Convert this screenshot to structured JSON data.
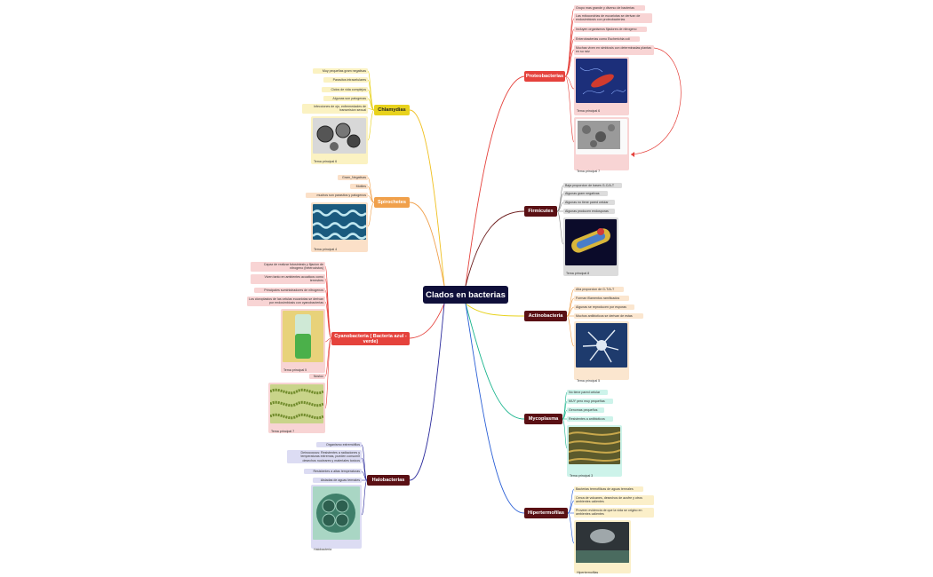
{
  "center_title": "Clados en bacterias",
  "colors": {
    "proteobacterias": "#e5423c",
    "chlamydias": "#e8d21d",
    "spirochetes": "#f0a04b",
    "firmicutes": "#5a1014",
    "actinobacteria": "#5a1014",
    "cyanobacteria": "#e5423c",
    "mycoplasma": "#5a1014",
    "hipertermofilas": "#5a1014",
    "halobacterias": "#5a1014"
  },
  "branches": {
    "proteobacterias": {
      "label": "Proteobacterias",
      "items": [
        "Grupo mas grande y diverso de bacterias",
        "Las mitocondrias de eucariotas se derivan de endosimbiosis con proteobacterias",
        "Incluyen organismos fijadores de nitrogeno",
        "Enterobacterias como Escherichia coli",
        "Muchas viven en simbiosis con determinadas plantas en su raíz"
      ],
      "images": [
        "Tema principal 6",
        "Tema principal 7"
      ]
    },
    "chlamydias": {
      "label": "Chlamydias",
      "items": [
        "Muy pequeñas gram  negativas",
        "Parasitos intracelulares",
        "Ciclos de vida complejos",
        "Algunas son patogenas",
        "Infecciones de ojo, enfermedades de transmision sexual"
      ],
      "images": [
        "Tema principal 6"
      ]
    },
    "spirochetes": {
      "label": "Spirochetes",
      "items": [
        "Gram_Negativas",
        "Motiles",
        "muchos son parasitos y patogenos"
      ],
      "images": [
        "Tema principal 4"
      ]
    },
    "cyanobacteria": {
      "label": "Cyanobacteria ( Bacteria azul - verde)",
      "items": [
        "Capaz de realizar fotosintesis y fijacion de nitrogeno (heterocistos)",
        "Viven tanto en ambientes acuaticos como terrestres",
        "Principales suministradores de nitrogenos",
        "Los cloroplastos de las celulas eucariotas se derivan por endosimbiosis con cyanobacterias"
      ],
      "images": [
        "Tema principal 5",
        "Tema principal 7"
      ],
      "extra_label": "Nostoc"
    },
    "halobacterias": {
      "label": "Halobacterias",
      "items": [
        "Organismo extremófilos",
        "Deinococcus: Resistentes a radiaciones y temperaturas extremas, pueden consumir desechos nucleares y materiales toxicos",
        "Resistentes a altas temperaturas",
        "Aisladas de aguas termales"
      ],
      "images": [
        "Halobacteria"
      ]
    },
    "firmicutes": {
      "label": "Firmicutes",
      "items": [
        "Baja proporcion de bases G-C/A-T",
        "Algunas gram negativas",
        "Algunas no tiene pared celular",
        "Algunas producen endosporas"
      ],
      "images": [
        "Tema principal 8"
      ]
    },
    "actinobacteria": {
      "label": "Actinobacteria",
      "items": [
        "Alta proporcion de G-T/A-T",
        "Forman filamentos ramificados",
        "Algunas se reproducen por esporas",
        "Muchos antibioticos se derivan de estas"
      ],
      "images": [
        "Tema principal 5"
      ]
    },
    "mycoplasma": {
      "label": "Mycoplasma",
      "items": [
        "No tiene pared celular",
        "MUY pero muy pequeñas",
        "Genomas pequeños",
        "Resistentes a antibioticos"
      ],
      "images": [
        "Tema principal 3"
      ]
    },
    "hipertermofilas": {
      "label": "Hipertermofilas",
      "items": [
        "Bacterias termofilicas de aguas termales",
        "Cerca de volcanes, desechos de azufre y otros ambientes calientes",
        "Proveen evidencia de que la vida se origino en ambientes calientes"
      ],
      "images": [
        "Hipertermofilas"
      ]
    }
  }
}
